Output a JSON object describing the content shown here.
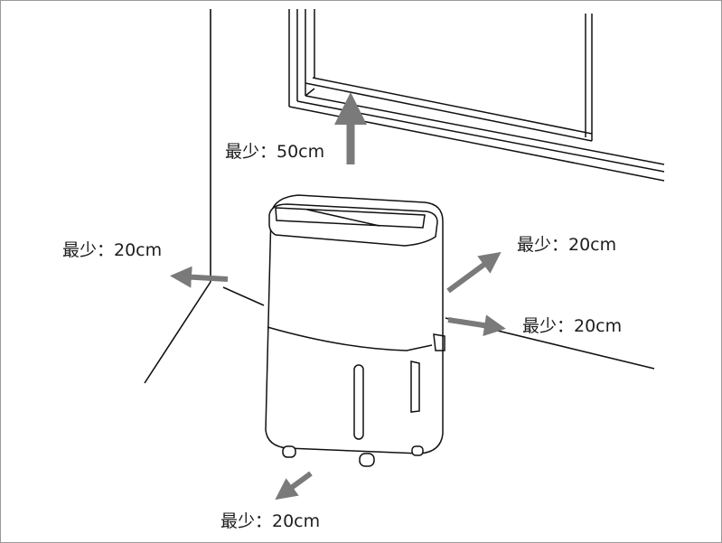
{
  "clearances": {
    "top": "最少：50cm",
    "left": "最少：20cm",
    "right_upper": "最少：20cm",
    "right_lower": "最少：20cm",
    "front": "最少：20cm"
  },
  "colors": {
    "line": "#111111",
    "arrow": "#7a7a7a",
    "frame_border": "#9a9a9a",
    "background": "#ffffff"
  }
}
